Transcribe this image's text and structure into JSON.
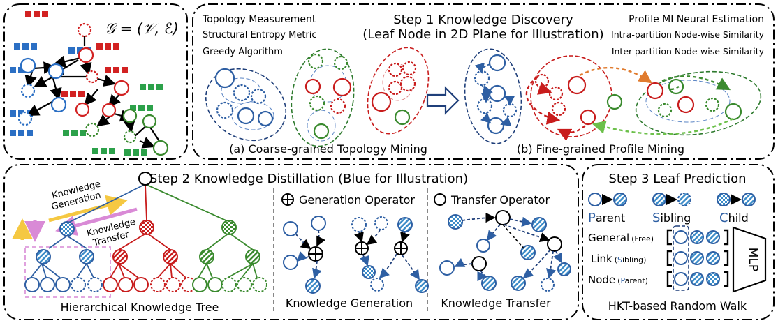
{
  "graph": {
    "formula": "𝒢 = (𝒱, ℰ)"
  },
  "step1": {
    "title": "Step 1 Knowledge Discovery",
    "subtitle": "(Leaf Node in 2D Plane for Illustration)",
    "left_labels": [
      "Topology Measurement",
      "Structural Entropy Metric",
      "Greedy Algorithm"
    ],
    "right_labels": [
      "Profile MI Neural Estimation",
      "Intra-partition Node-wise Similarity",
      "Inter-partition Node-wise Similarity"
    ],
    "caption_a": "(a) Coarse-grained Topology Mining",
    "caption_b": "(b) Fine-grained Profile Mining"
  },
  "step2": {
    "title": "Step 2 Knowledge Distillation (Blue for Illustration)",
    "knowledge_generation_line1": "Knowledge",
    "knowledge_generation_line2": "Generation",
    "knowledge_transfer_line1": "Knowledge",
    "knowledge_transfer_line2": "Transfer",
    "tree_caption": "Hierarchical Knowledge Tree",
    "generation_operator": "Generation Operator",
    "generation_caption": "Knowledge Generation",
    "transfer_operator": "Transfer Operator",
    "transfer_caption": "Knowledge Transfer"
  },
  "step3": {
    "title": "Step 3 Leaf Prediction",
    "parent_initial": "P",
    "parent_rest": "arent",
    "sibling_initial": "S",
    "sibling_rest": "ibling",
    "child_initial": "C",
    "child_rest": "hild",
    "row_general": "General",
    "row_general_note": "(Free)",
    "row_link": "Link",
    "row_link_note_open": "(",
    "row_link_note_initial": "S",
    "row_link_note_rest": "ibling)",
    "row_node": "Node",
    "row_node_note_open": "(",
    "row_node_note_initial": "P",
    "row_node_note_rest": "arent)",
    "mlp": "MLP",
    "caption": "HKT-based Random Walk"
  },
  "colors": {
    "blue": "#2e5fa3",
    "red": "#c81c1c",
    "green": "#3a8a2e",
    "light_blue": "#5aa9d6",
    "orange": "#e07b2e",
    "light_green": "#6cc04a",
    "yellow": "#f5c842",
    "pink": "#d98ad6"
  }
}
